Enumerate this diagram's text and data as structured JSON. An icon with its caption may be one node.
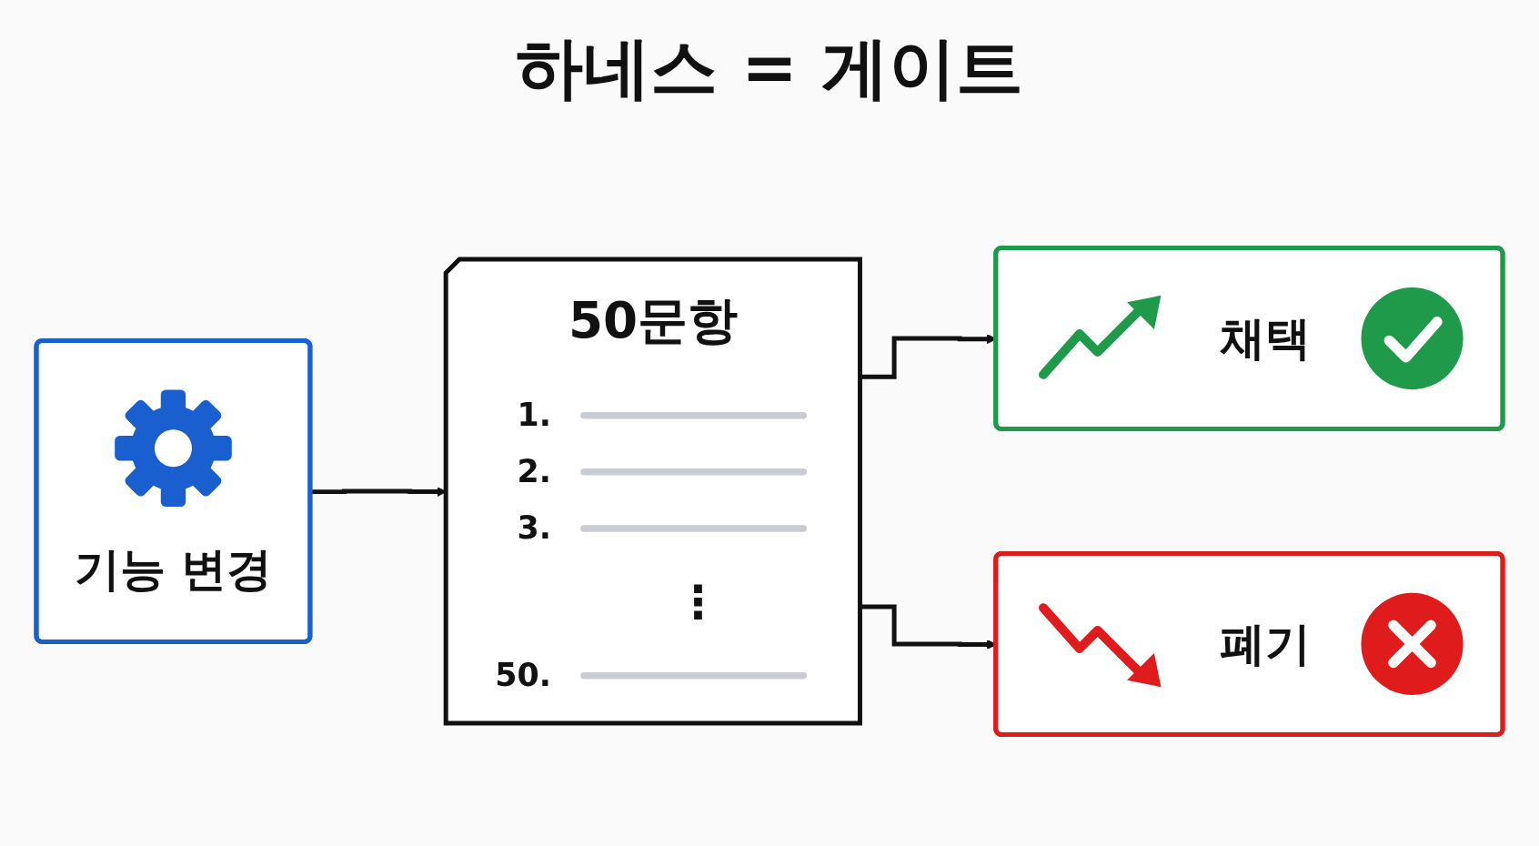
{
  "diagram": {
    "title": "하네스 = 게이트",
    "nodes": [
      {
        "text": [
          "기능 변경"
        ]
      },
      {
        "text": [
          "50문항",
          "1.",
          "2.",
          "3.",
          "⋮",
          "50."
        ]
      },
      {
        "text": [
          "채택"
        ]
      },
      {
        "text": [
          "폐기"
        ]
      }
    ],
    "edges": [
      {
        "from": 0,
        "to": 1,
        "arrow": "to"
      },
      {
        "from": 1,
        "to": 2,
        "arrow": "to"
      },
      {
        "from": 1,
        "to": 3,
        "arrow": "to"
      }
    ]
  }
}
